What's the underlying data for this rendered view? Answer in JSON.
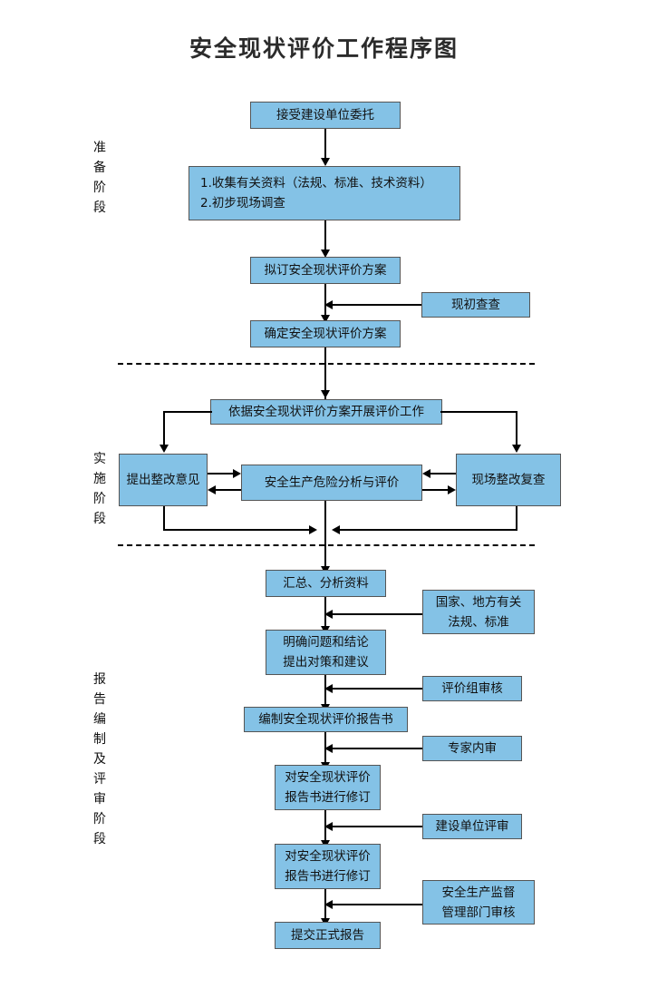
{
  "page": {
    "title": "安全现状评价工作程序图",
    "background_color": "#ffffff",
    "node_fill_color": "#84c2e6",
    "node_border_color": "#555555",
    "connector_color": "#000000"
  },
  "stages": [
    {
      "id": "prep",
      "label": "准备阶段"
    },
    {
      "id": "impl",
      "label": "实施阶段"
    },
    {
      "id": "report",
      "label": "报告编制及评审阶段"
    }
  ],
  "nodes": {
    "accept_commission": {
      "label": "接受建设单位委托"
    },
    "collect_data_line1": {
      "label": "1.收集有关资料（法规、标准、技术资料）"
    },
    "collect_data_line2": {
      "label": "2.初步现场调查"
    },
    "draft_plan": {
      "label": "拟订安全现状评价方案"
    },
    "preliminary_survey": {
      "label": "现初查查"
    },
    "confirm_plan": {
      "label": "确定安全现状评价方案"
    },
    "carry_out_eval": {
      "label": "依据安全现状评价方案开展评价工作"
    },
    "propose_rectification": {
      "label": "提出整改意见"
    },
    "hazard_analysis": {
      "label": "安全生产危险分析与评价"
    },
    "onsite_recheck": {
      "label": "现场整改复查"
    },
    "summarize_analyze": {
      "label": "汇总、分析资料"
    },
    "national_local_regs_line1": {
      "label": "国家、地方有关"
    },
    "national_local_regs_line2": {
      "label": "法规、标准"
    },
    "clarify_problems_line1": {
      "label": "明确问题和结论"
    },
    "clarify_problems_line2": {
      "label": "提出对策和建议"
    },
    "eval_group_review": {
      "label": "评价组审核"
    },
    "compile_report": {
      "label": "编制安全现状评价报告书"
    },
    "expert_internal_review": {
      "label": "专家内审"
    },
    "revise_report_1_line1": {
      "label": "对安全现状评价"
    },
    "revise_report_1_line2": {
      "label": "报告书进行修订"
    },
    "construction_unit_review": {
      "label": "建设单位评审"
    },
    "revise_report_2_line1": {
      "label": "对安全现状评价"
    },
    "revise_report_2_line2": {
      "label": "报告书进行修订"
    },
    "safety_supervision_line1": {
      "label": "安全生产监督"
    },
    "safety_supervision_line2": {
      "label": "管理部门审核"
    },
    "submit_final_report": {
      "label": "提交正式报告"
    }
  }
}
